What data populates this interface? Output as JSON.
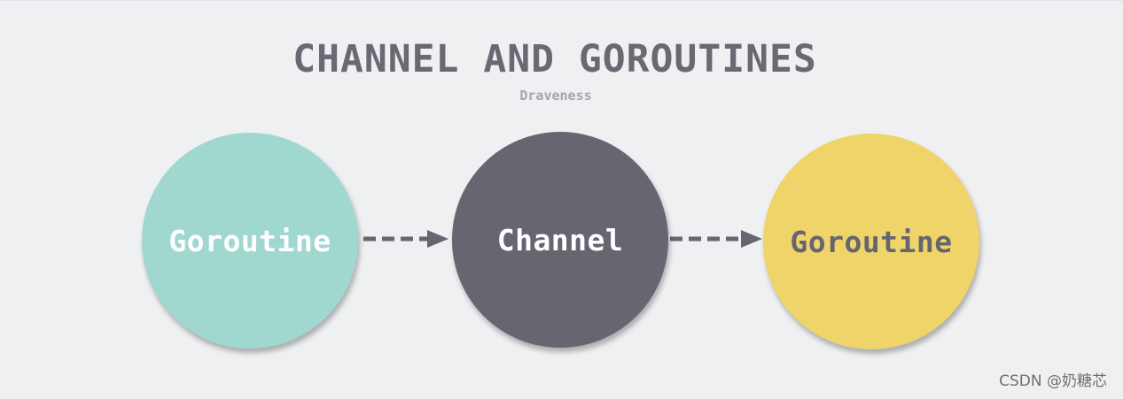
{
  "diagram": {
    "title": "CHANNEL AND GOROUTINES",
    "subtitle": "Draveness",
    "nodes": [
      {
        "id": "goroutine-sender",
        "label": "Goroutine",
        "fill": "#a0d8d0",
        "text_color": "#ffffff"
      },
      {
        "id": "channel",
        "label": "Channel",
        "fill": "#67656f",
        "text_color": "#ffffff"
      },
      {
        "id": "goroutine-receiver",
        "label": "Goroutine",
        "fill": "#efd46a",
        "text_color": "#67656f"
      }
    ],
    "edges": [
      {
        "from": "goroutine-sender",
        "to": "channel",
        "style": "dashed",
        "color": "#67656f"
      },
      {
        "from": "channel",
        "to": "goroutine-receiver",
        "style": "dashed",
        "color": "#67656f"
      }
    ]
  },
  "watermark": "CSDN @奶糖芯"
}
